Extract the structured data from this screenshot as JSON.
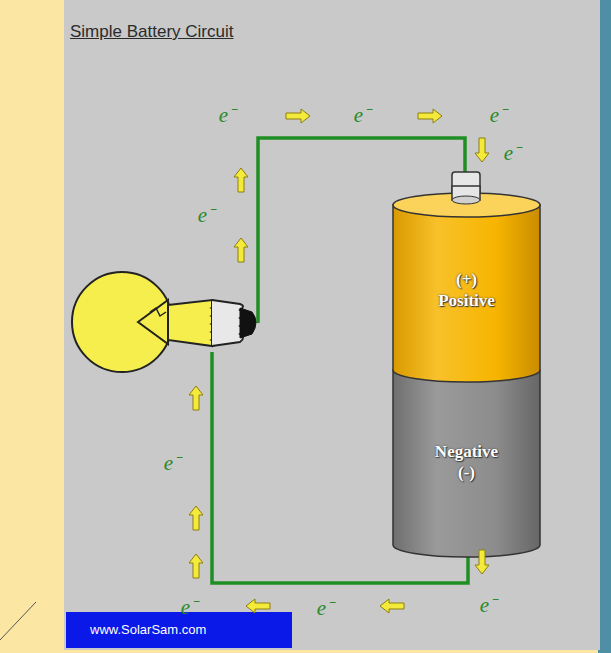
{
  "diagram": {
    "title": "Simple Battery Circuit",
    "nodes": [
      {
        "text": [
          "(+) Positive"
        ]
      },
      {
        "text": [
          "Negative (-)"
        ]
      }
    ],
    "labels": [
      "e⁻",
      "e⁻",
      "e⁻",
      "e⁻",
      "e⁻",
      "e⁻",
      "e⁻",
      "e⁻",
      "e⁻",
      "www.SolarSam.com"
    ]
  }
}
